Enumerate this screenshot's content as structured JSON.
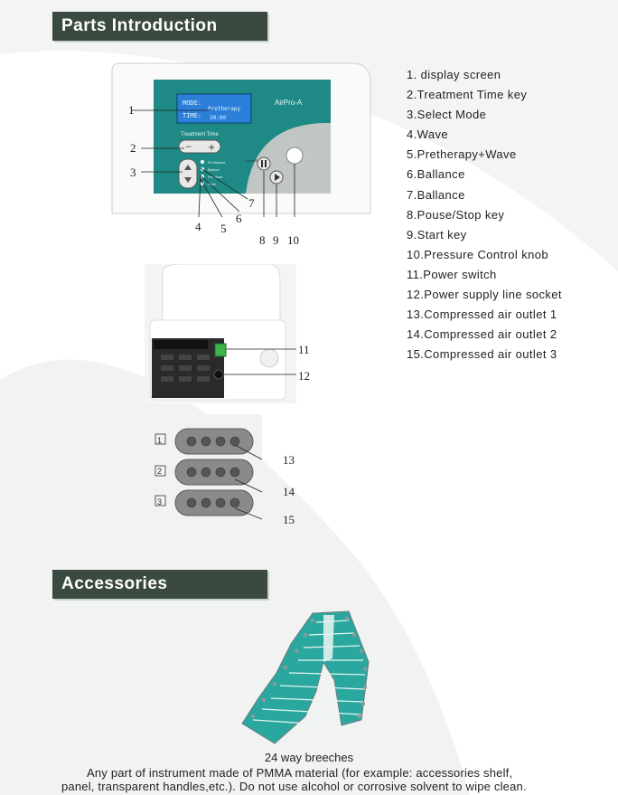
{
  "sections": {
    "parts_title": "Parts Introduction",
    "accessories_title": "Accessories"
  },
  "device": {
    "screen_line1": "MODE:",
    "screen_line1_value": "Pretherapy",
    "screen_line2": "TIME:",
    "screen_line2_value": "30:00",
    "brand": "AirPro-A",
    "treatment_time_label": "Treatment Time",
    "mode_labels": [
      "Pre-Balance",
      "Balance",
      "Pre+Wave",
      "Wave"
    ],
    "pause_label": "Pause/Stop"
  },
  "callouts": {
    "c1": "1",
    "c2": "2",
    "c3": "3",
    "c4": "4",
    "c5": "5",
    "c6": "6",
    "c7": "7",
    "c8": "8",
    "c9": "9",
    "c10": "10",
    "c11": "11",
    "c12": "12",
    "c13": "13",
    "c14": "14",
    "c15": "15",
    "outlet1": "1",
    "outlet2": "2",
    "outlet3": "3"
  },
  "parts": [
    "1. display screen",
    "2.Treatment Time key",
    "3.Select Mode",
    "4.Wave",
    "5.Pretherapy+Wave",
    "6.Ballance",
    "7.Ballance",
    "8.Pouse/Stop key",
    "9.Start key",
    "10.Pressure Control knob",
    "11.Power switch",
    "12.Power supply line socket",
    "13.Compressed air outlet 1",
    "14.Compressed air outlet 2",
    "15.Compressed air outlet 3"
  ],
  "accessory_caption": "24 way breeches",
  "note_line1": "Any part of instrument made of PMMA material (for example: accessories shelf,",
  "note_line2": "panel, transparent handles,etc.). Do not  use alcohol or corrosive solvent to wipe clean.",
  "colors": {
    "tab_bg": "#3a4a40",
    "panel_teal": "#1f8a85",
    "screen_blue": "#2b7fd9",
    "breeches_teal": "#2aa8a0"
  }
}
